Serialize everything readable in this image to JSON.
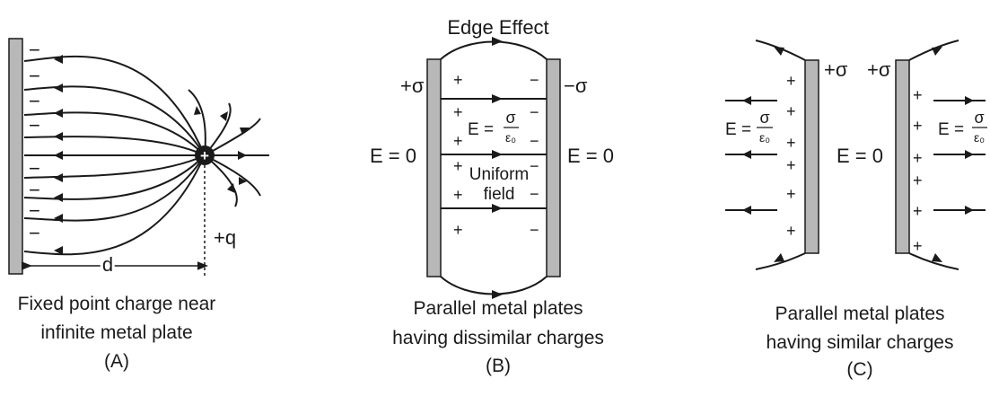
{
  "panel_a": {
    "label_d": "d",
    "label_q": "+q",
    "charge_sign": "+",
    "minus": "−",
    "caption_line1": "Fixed point charge near",
    "caption_line2": "infinite metal plate",
    "caption_tag": "(A)"
  },
  "panel_b": {
    "title": "Edge Effect",
    "label_plus_sigma": "+σ",
    "label_minus_sigma": "−σ",
    "e_zero": "E = 0",
    "e_field_lhs": "E =",
    "sigma": "σ",
    "epsilon0": "ε₀",
    "uniform_line1": "Uniform",
    "uniform_line2": "field",
    "plus": "+",
    "minus": "−",
    "caption_line1": "Parallel metal plates",
    "caption_line2": "having dissimilar charges",
    "caption_tag": "(B)"
  },
  "panel_c": {
    "label_plus_sigma": "+σ",
    "e_zero": "E = 0",
    "e_field_lhs": "E =",
    "sigma": "σ",
    "epsilon0": "ε₀",
    "plus": "+",
    "caption_line1": "Parallel metal plates",
    "caption_line2": "having similar charges",
    "caption_tag": "(C)"
  }
}
